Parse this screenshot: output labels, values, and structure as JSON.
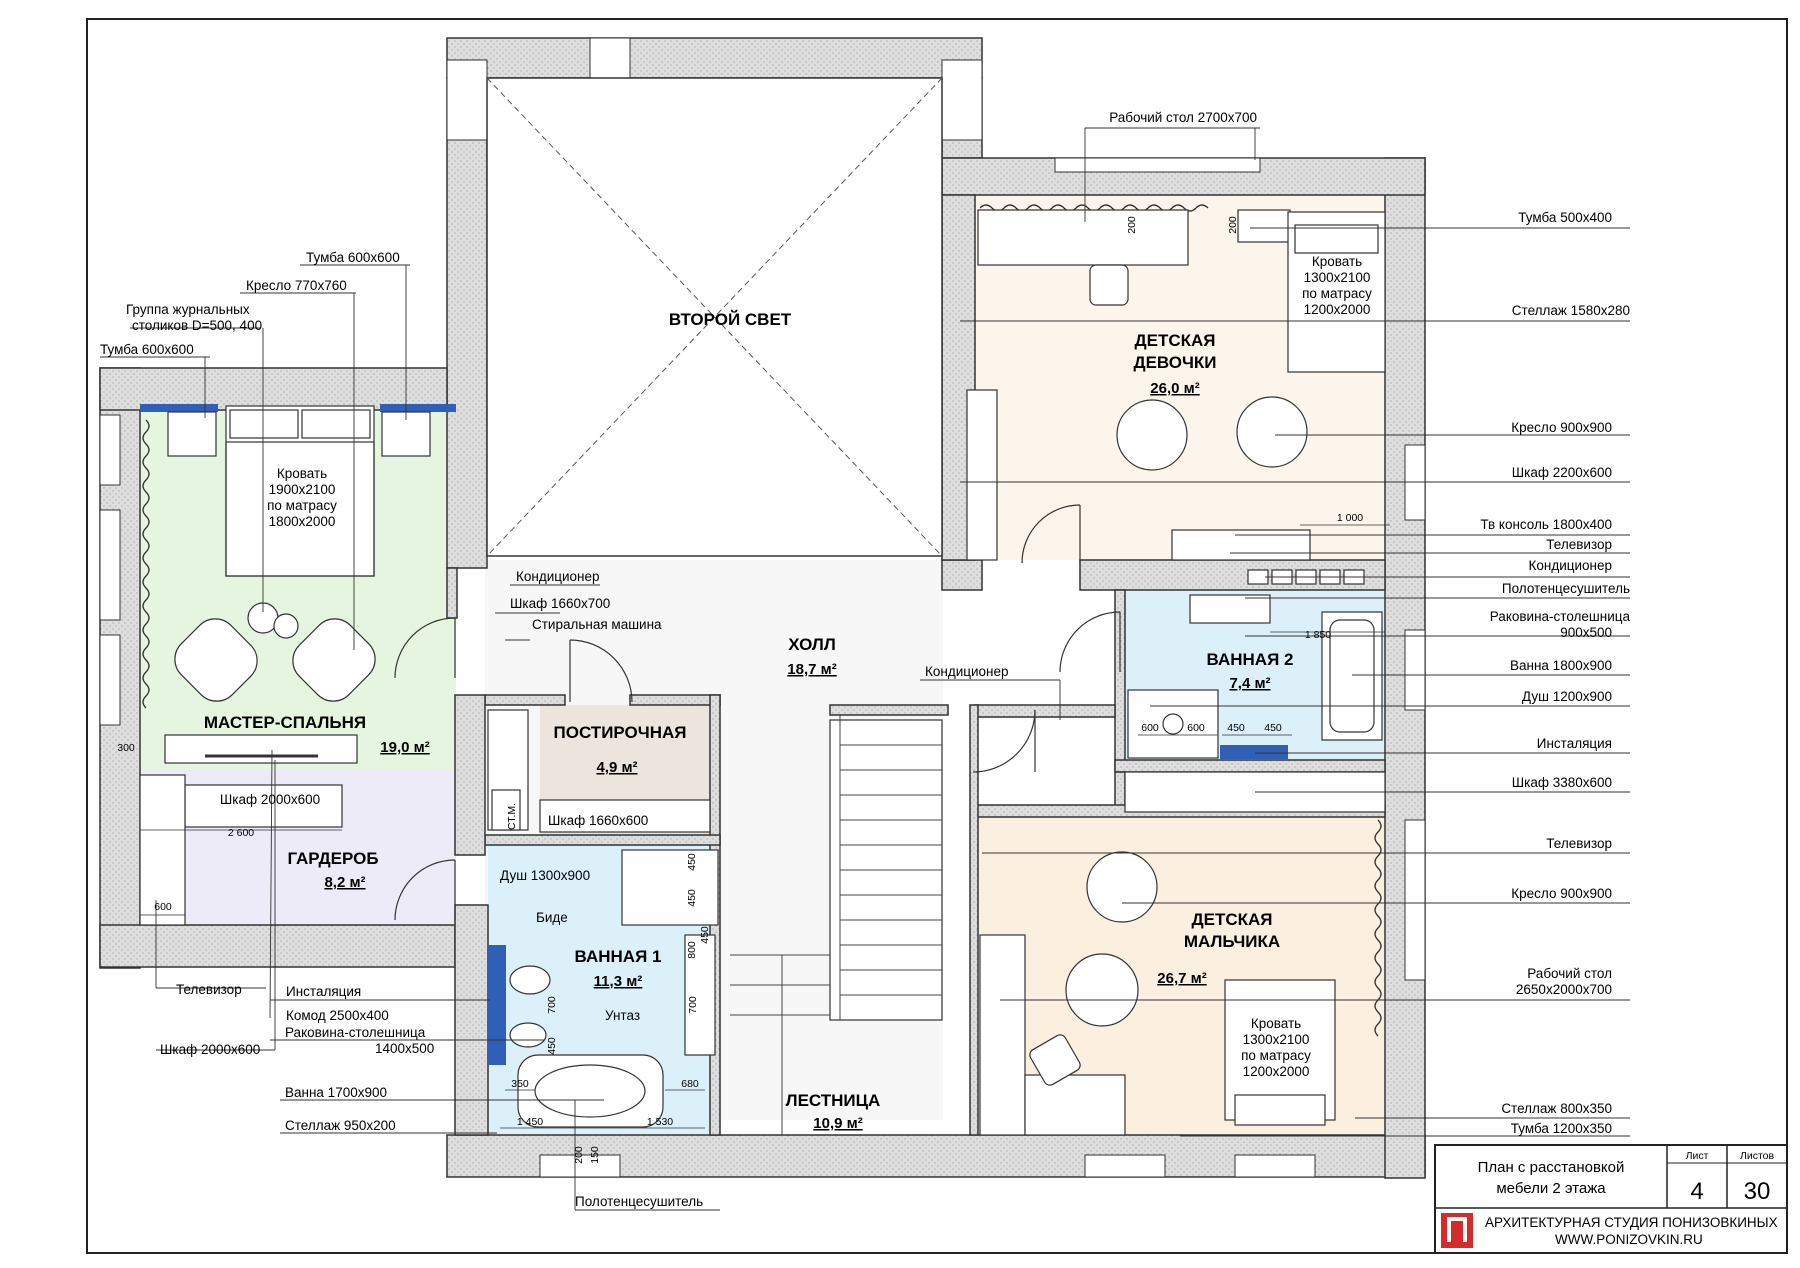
{
  "rooms": {
    "second_light": {
      "name": "ВТОРОЙ СВЕТ"
    },
    "girl": {
      "name1": "ДЕТСКАЯ",
      "name2": "ДЕВОЧКИ",
      "area": "26,0 м²"
    },
    "master": {
      "name": "МАСТЕР-СПАЛЬНЯ",
      "area": "19,0 м²"
    },
    "hall": {
      "name": "ХОЛЛ",
      "area": "18,7 м²"
    },
    "laundry": {
      "name": "ПОСТИРОЧНАЯ",
      "area": "4,9 м²"
    },
    "bath2": {
      "name": "ВАННАЯ 2",
      "area": "7,4 м²"
    },
    "wardrobe": {
      "name": "ГАРДЕРОБ",
      "area": "8,2 м²"
    },
    "bath1": {
      "name": "ВАННАЯ 1",
      "area": "11,3 м²"
    },
    "boy": {
      "name1": "ДЕТСКАЯ",
      "name2": "МАЛЬЧИКА",
      "area": "26,7 м²"
    },
    "stairs": {
      "name": "ЛЕСТНИЦА",
      "area": "10,9 м²"
    }
  },
  "left_labels": {
    "tumba_600_top": "Тумба 600х600",
    "kreslo": "Кресло 770х760",
    "group1": "Группа журнальных",
    "group2": "столиков D=500, 400",
    "tumba_600_left": "Тумба 600х600",
    "tv": "Телевизор",
    "install": "Инсталяция",
    "komod": "Комод 2500х400",
    "sink1": "Раковина-столешница",
    "sink2": "1400х500",
    "shkaf": "Шкаф 2000х600",
    "bath": "Ванна 1700х900",
    "stellazh": "Стеллаж 950х200",
    "towel": "Полотенцесушитель"
  },
  "right_labels": {
    "desk_top": "Рабочий стол 2700х700",
    "tumba500": "Тумба 500х400",
    "stellazh1580": "Стеллаж 1580х280",
    "kreslo_girl": "Кресло 900х900",
    "shkaf2200": "Шкаф 2200х600",
    "tv_console": "Тв консоль 1800х400",
    "tv_girl": "Телевизор",
    "ac_girl": "Кондиционер",
    "towel2": "Полотенцесушитель",
    "sink2_1": "Раковина-столешница",
    "sink2_2": "900х500",
    "bath2": "Ванна 1800х900",
    "shower2": "Душ 1200х900",
    "install2": "Инсталяция",
    "shkaf3380": "Шкаф 3380х600",
    "tv_boy": "Телевизор",
    "kreslo_boy": "Кресло 900х900",
    "desk_boy1": "Рабочий стол",
    "desk_boy2": "2650х2000х700",
    "stellazh800": "Стеллаж 800х350",
    "tumba1200": "Тумба 1200х350"
  },
  "inner_labels": {
    "bed_master": [
      "Кровать",
      "1900х2100",
      "по матрасу",
      "1800х2000"
    ],
    "bed_girl": [
      "Кровать",
      "1300х2100",
      "по матрасу",
      "1200х2000"
    ],
    "bed_boy": [
      "Кровать",
      "1300х2100",
      "по матрасу",
      "1200х2000"
    ],
    "shkaf_gard": "Шкаф 2000х600",
    "ac_hall": "Кондиционер",
    "shkaf1660_top": "Шкаф 1660х700",
    "washer": "Стиральная машина",
    "shkaf1660_bot": "Шкаф 1660х600",
    "ac_stairs": "Кондиционер",
    "shower1": "Душ 1300х900",
    "bidet": "Биде",
    "toilet": "Унтаз",
    "sm": "СТ.М."
  },
  "dims": {
    "d200a": "200",
    "d200b": "200",
    "d1000": "1 000",
    "d1850": "1 850",
    "d600a": "600",
    "d600b": "600",
    "d450a": "450",
    "d450b": "450",
    "d300": "300",
    "d2600": "2 600",
    "d600c": "600",
    "d450c": "450",
    "d450d": "450",
    "d450e": "450",
    "d800": "800",
    "d700a": "700",
    "d700b": "700",
    "d450f": "450",
    "d350": "350",
    "d680": "680",
    "d1450": "1 450",
    "d1530": "1 530",
    "d200c": "200",
    "d150": "150"
  },
  "title_block": {
    "title1": "План с расстановкой",
    "title2": "мебели 2 этажа",
    "sheet_label": "Лист",
    "sheets_label": "Листов",
    "sheet": "4",
    "sheets": "30",
    "studio": "АРХИТЕКТУРНАЯ СТУДИЯ ПОНИЗОВКИНЫХ",
    "site": "WWW.PONIZOVKIN.RU"
  },
  "colors": {
    "master": "#e6f5df",
    "wardrobe": "#ecebf7",
    "bath": "#dcf0fa",
    "laundry": "#ebe5dd",
    "girl": "#fbf5ec",
    "boy": "#fbefe0",
    "hall": "#f7f7f7",
    "wall": "#d9d9d9",
    "blue": "#2f60b5",
    "logo": "#d42b2b"
  }
}
